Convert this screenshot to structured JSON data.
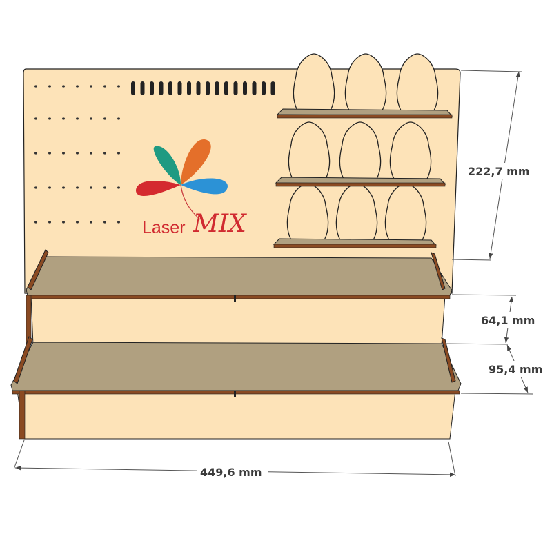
{
  "brand": {
    "word1": "Laser",
    "word2": "MIX"
  },
  "dimensions": {
    "back_height": "222,7 mm",
    "upper_step_height": "64,1 mm",
    "lower_step_height": "95,4 mm",
    "width": "449,6 mm"
  },
  "colors": {
    "panel": "#fde3b8",
    "shelf": "#b0a080",
    "edge": "#8a4a22",
    "line": "#222222",
    "dim": "#555555"
  }
}
